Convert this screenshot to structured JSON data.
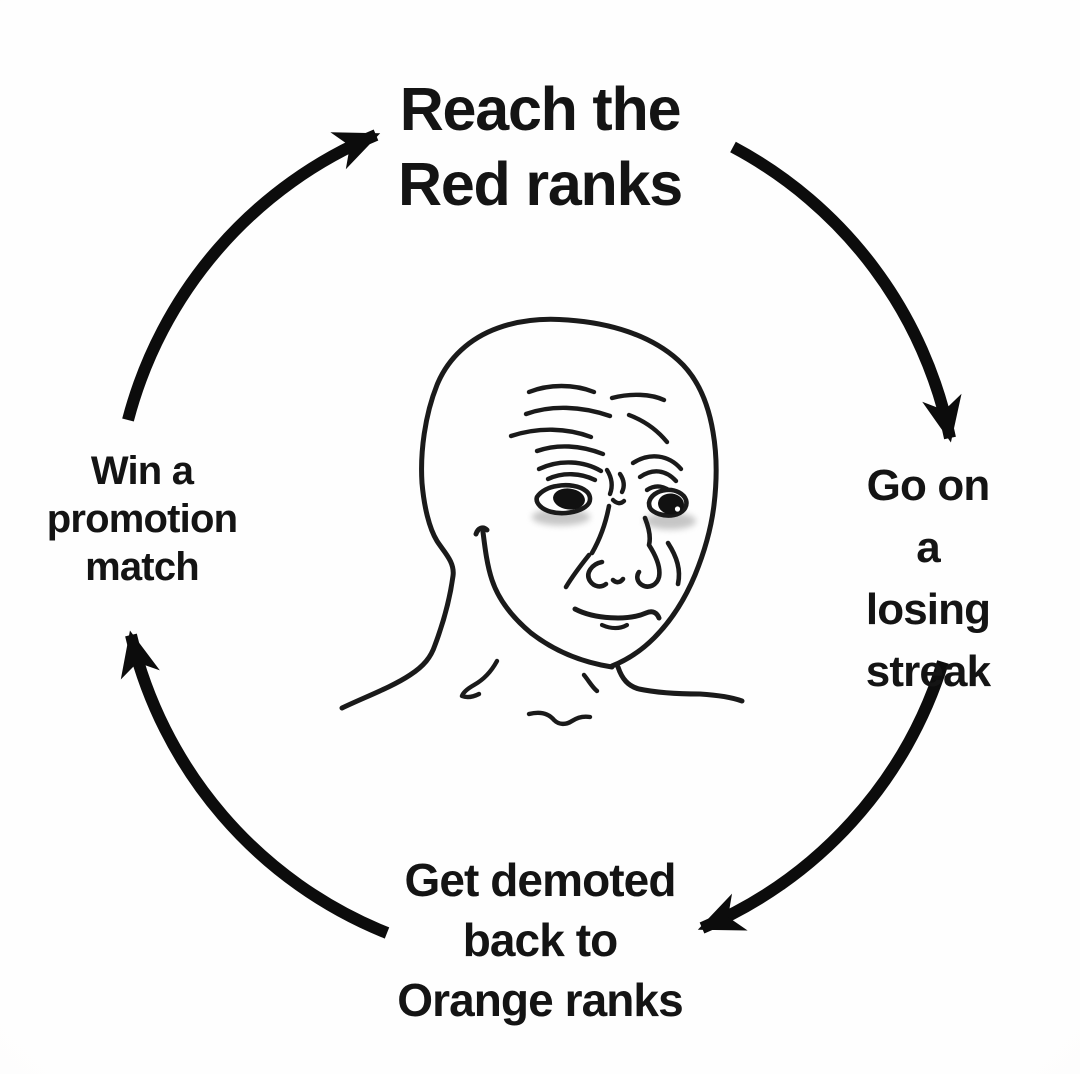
{
  "diagram": {
    "type": "cycle",
    "direction": "clockwise",
    "center_figure": "sad-wojak-face",
    "nodes": [
      {
        "id": "top",
        "position": "top",
        "label": "Reach the\nRed ranks"
      },
      {
        "id": "right",
        "position": "right",
        "label": "Go on a\nlosing\nstreak"
      },
      {
        "id": "bottom",
        "position": "bottom",
        "label": "Get demoted\nback to\nOrange ranks"
      },
      {
        "id": "left",
        "position": "left",
        "label": "Win a\npromotion\nmatch"
      }
    ],
    "edges": [
      {
        "from": "left",
        "to": "top"
      },
      {
        "from": "top",
        "to": "right"
      },
      {
        "from": "right",
        "to": "bottom"
      },
      {
        "from": "bottom",
        "to": "left"
      }
    ],
    "colors": {
      "text": "#141414",
      "arrow": "#0c0c0c",
      "face_line": "#1a1a1a",
      "under_eye_shading": "#8e8e8e",
      "background": "#fbfbfa"
    }
  }
}
